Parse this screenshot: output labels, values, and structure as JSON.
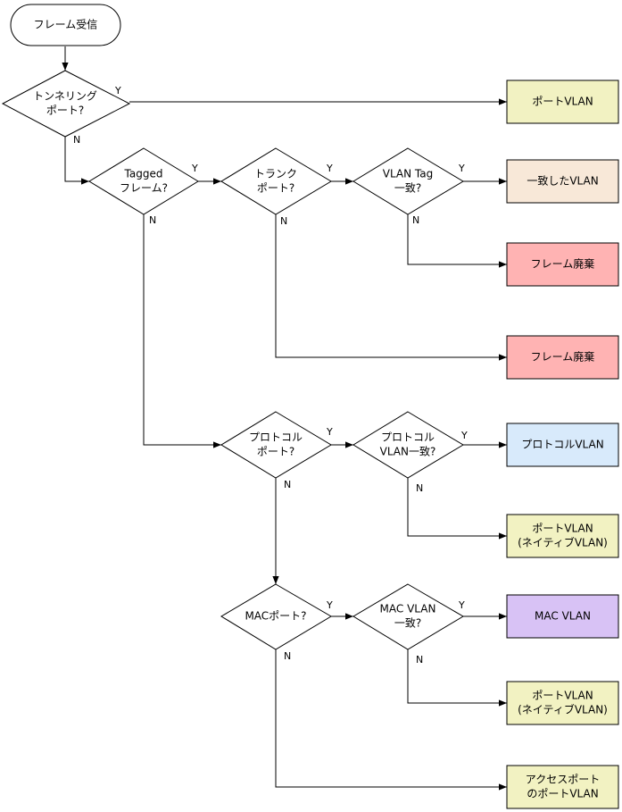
{
  "diagram": {
    "nodes": {
      "start": {
        "label": "フレーム受信"
      },
      "d_tunnel": {
        "label": [
          "トンネリング",
          "ポート?"
        ]
      },
      "d_tagged": {
        "label": [
          "Tagged",
          "フレーム?"
        ]
      },
      "d_trunk": {
        "label": [
          "トランク",
          "ポート?"
        ]
      },
      "d_vlantag": {
        "label": [
          "VLAN Tag",
          "一致?"
        ]
      },
      "d_proto": {
        "label": [
          "プロトコル",
          "ポート?"
        ]
      },
      "d_protovlan": {
        "label": [
          "プロトコル",
          "VLAN一致?"
        ]
      },
      "d_mac": {
        "label": [
          "MACポート?"
        ]
      },
      "d_macvlan": {
        "label": [
          "MAC VLAN",
          "一致?"
        ]
      },
      "r_portvlan": {
        "label": [
          "ポートVLAN"
        ],
        "color": "#f2f2c2"
      },
      "r_matched": {
        "label": [
          "一致したVLAN"
        ],
        "color": "#f8e8d8"
      },
      "r_discard1": {
        "label": [
          "フレーム廃棄"
        ],
        "color": "#ffb3b3"
      },
      "r_discard2": {
        "label": [
          "フレーム廃棄"
        ],
        "color": "#ffb3b3"
      },
      "r_protovlan": {
        "label": [
          "プロトコルVLAN"
        ],
        "color": "#d8eafb"
      },
      "r_native1": {
        "label": [
          "ポートVLAN",
          "(ネイティブVLAN)"
        ],
        "color": "#f2f2c2"
      },
      "r_macvlan": {
        "label": [
          "MAC VLAN"
        ],
        "color": "#d8c2f5"
      },
      "r_native2": {
        "label": [
          "ポートVLAN",
          "(ネイティブVLAN)"
        ],
        "color": "#f2f2c2"
      },
      "r_access": {
        "label": [
          "アクセスポート",
          "のポートVLAN"
        ],
        "color": "#f2f2c2"
      }
    },
    "edge_labels": {
      "yes": "Y",
      "no": "N"
    }
  }
}
